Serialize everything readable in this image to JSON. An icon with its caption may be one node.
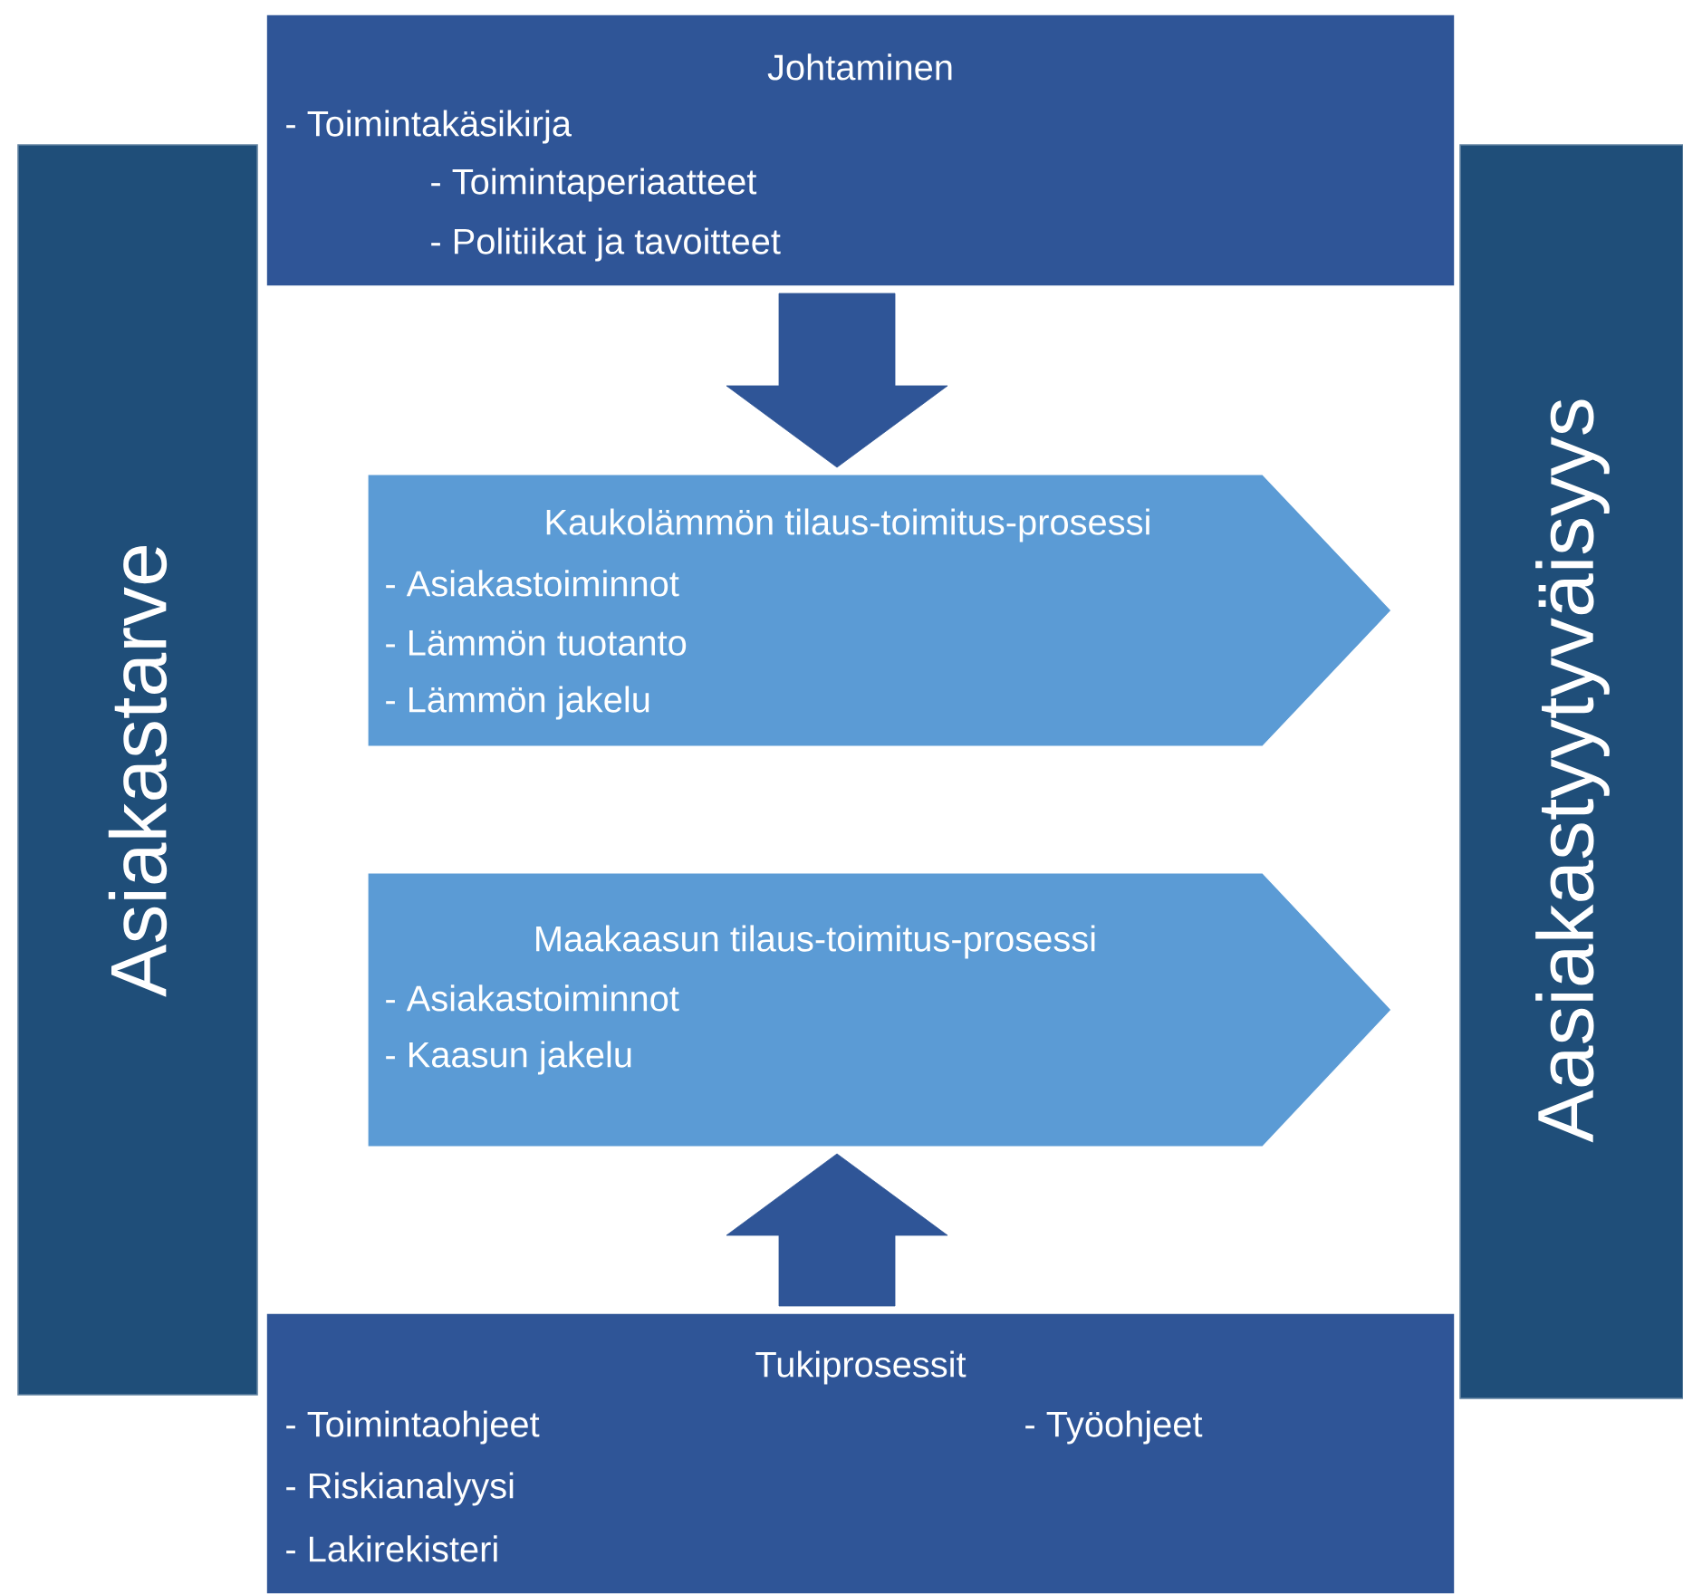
{
  "diagram": {
    "nodes": [
      {
        "text": [
          "Asiakastarve"
        ]
      },
      {
        "text": [
          "Aasiakastyytyväisyys"
        ]
      },
      {
        "text": [
          "Johtaminen",
          "- Toimintakäsikirja",
          "- Toimintaperiaatteet",
          "- Politiikat ja tavoitteet"
        ]
      },
      {
        "text": [
          "Kaukolämmön tilaus-toimitus-prosessi",
          "- Asiakastoiminnot",
          "- Lämmön tuotanto",
          "- Lämmön jakelu"
        ]
      },
      {
        "text": [
          "Maakaasun tilaus-toimitus-prosessi",
          "- Asiakastoiminnot",
          "- Kaasun jakelu"
        ]
      },
      {
        "text": [
          "Tukiprosessit",
          "- Toimintaohjeet",
          "- Työohjeet",
          "- Riskianalyysi",
          "- Lakirekisteri"
        ]
      }
    ],
    "edges": [
      {
        "from": 2,
        "to": 3,
        "arrow": "to"
      },
      {
        "from": 5,
        "to": 4,
        "arrow": "to"
      }
    ]
  }
}
